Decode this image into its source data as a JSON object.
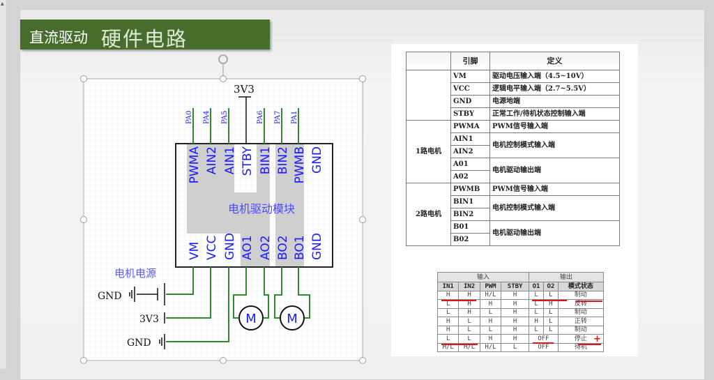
{
  "slide": {
    "title_part1": "直流驱动",
    "title_part2": "硬件电路"
  },
  "colors": {
    "title_bg": "#466d2b",
    "wire": "#2e8b2e",
    "label_blue": "#1a1aff",
    "annotation_red": "#e0141a"
  },
  "schematic": {
    "supply_top": "3V3",
    "mcu_pins": [
      "PA0",
      "PA4",
      "PA5",
      "PA6",
      "PA7",
      "PA1"
    ],
    "top_pins": [
      "PWMA",
      "AIN2",
      "AIN1",
      "STBY",
      "BIN1",
      "BIN2",
      "PWMB",
      "GND"
    ],
    "bottom_pins": [
      "VM",
      "VCC",
      "GND",
      "AO1",
      "AO2",
      "BO2",
      "BO1",
      "GND"
    ],
    "module_label": "电机驱动模块",
    "motor_power_label": "电机电源",
    "gnd_label_1": "GND",
    "supply_left": "3V3",
    "gnd_label_2": "GND",
    "motor_symbol": "M"
  },
  "pin_table": {
    "headers": [
      "",
      "引脚",
      "定义"
    ],
    "groups": [
      "1路电机",
      "2路电机"
    ],
    "rows": [
      {
        "pin": "VM",
        "def": "驱动电压输入端（4.5~10V）"
      },
      {
        "pin": "VCC",
        "def": "逻辑电平输入端（2.7~5.5V）"
      },
      {
        "pin": "GND",
        "def": "电源地端"
      },
      {
        "pin": "STBY",
        "def": "正常工作/待机状态控制输入端"
      },
      {
        "pin": "PWMA",
        "def": "PWM信号输入端"
      },
      {
        "pin": "AIN1",
        "def": "电机控制模式输入端"
      },
      {
        "pin": "AIN2",
        "def": ""
      },
      {
        "pin": "A01",
        "def": "电机驱动输出端"
      },
      {
        "pin": "A02",
        "def": ""
      },
      {
        "pin": "PWMB",
        "def": "PWM信号输入端"
      },
      {
        "pin": "BIN1",
        "def": "电机控制模式输入端"
      },
      {
        "pin": "BIN2",
        "def": ""
      },
      {
        "pin": "B01",
        "def": "电机驱动输出端"
      },
      {
        "pin": "B02",
        "def": ""
      }
    ]
  },
  "truth_table": {
    "group_input": "输入",
    "group_output": "输出",
    "headers": [
      "IN1",
      "IN2",
      "PWM",
      "STBY",
      "O1",
      "O2",
      "模式状态"
    ],
    "rows": [
      [
        "H",
        "H",
        "H/L",
        "H",
        "L",
        "L",
        "制动"
      ],
      [
        "L",
        "H",
        "H",
        "H",
        "L",
        "H",
        "反转"
      ],
      [
        "L",
        "H",
        "L",
        "H",
        "L",
        "L",
        "制动"
      ],
      [
        "H",
        "L",
        "H",
        "H",
        "H",
        "L",
        "正转"
      ],
      [
        "H",
        "L",
        "L",
        "H",
        "L",
        "L",
        "制动"
      ],
      [
        "L",
        "L",
        "H",
        "H",
        "OFF",
        "",
        "停止"
      ],
      [
        "H/L",
        "H/L",
        "H/L",
        "L",
        "OFF",
        "",
        "待机"
      ]
    ],
    "annotation_mark": "+"
  }
}
